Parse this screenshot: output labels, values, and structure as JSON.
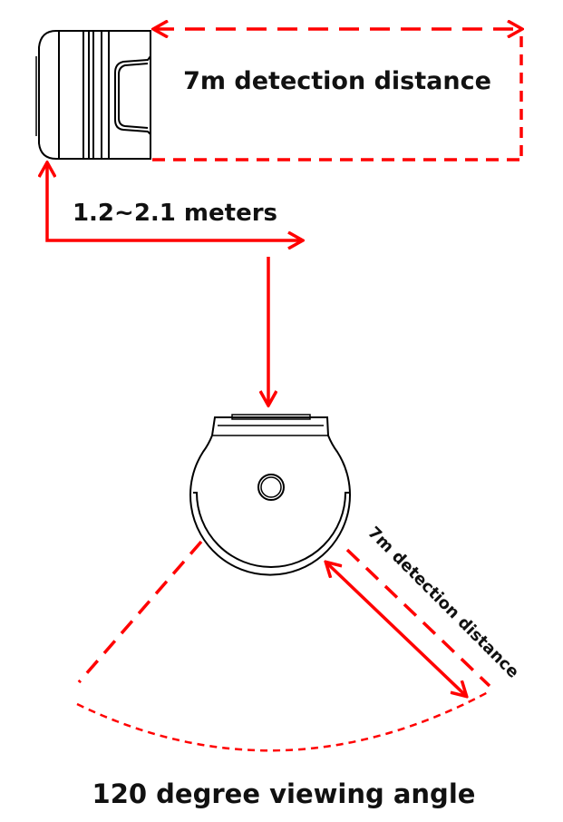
{
  "labels": {
    "top_distance": "7m detection distance",
    "mount_height": "1.2~2.1 meters",
    "bottom_distance": "7m detection distance",
    "viewing_angle": "120 degree viewing angle"
  },
  "colors": {
    "accent": "#ff0000",
    "outline": "#000000"
  }
}
